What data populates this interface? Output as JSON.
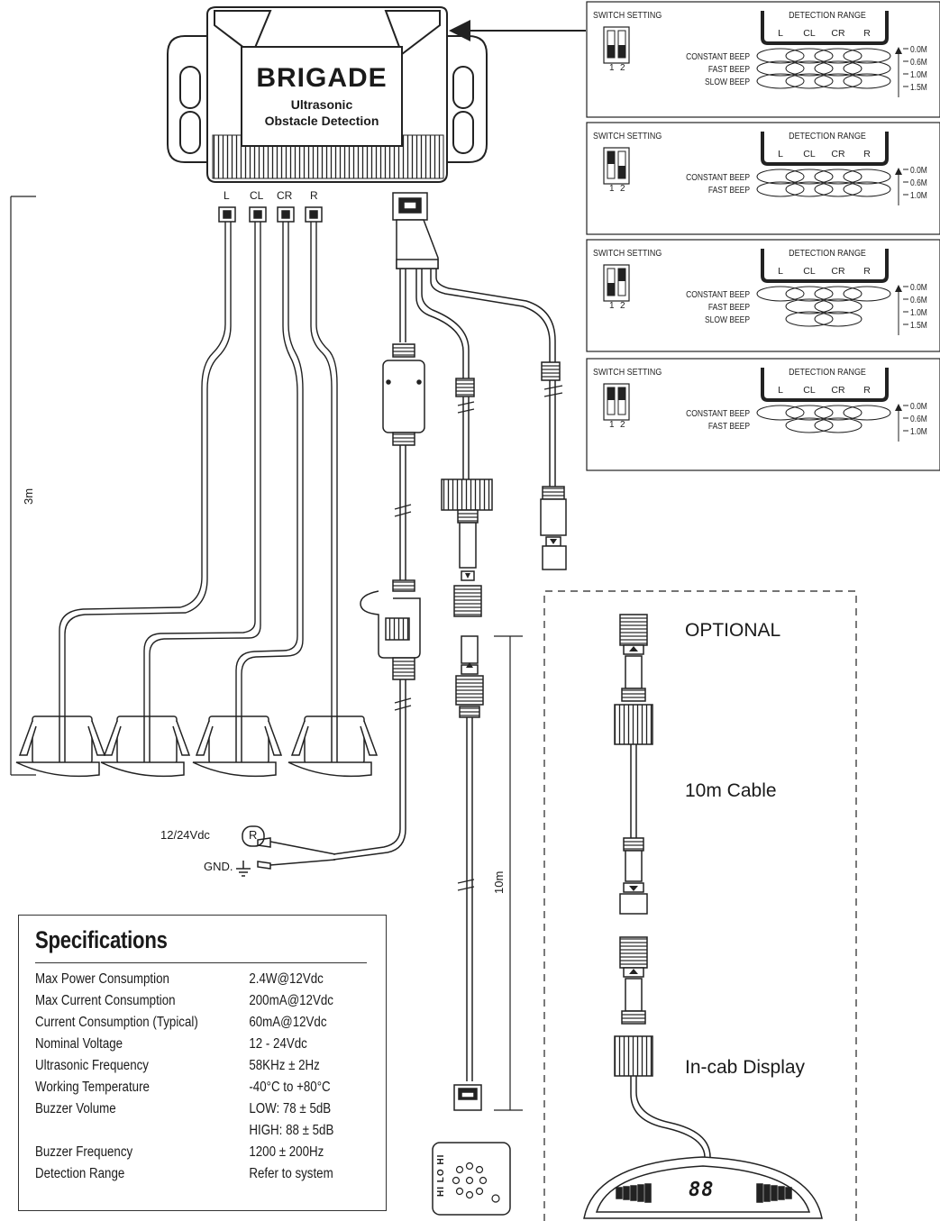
{
  "brand": {
    "name": "BRIGADE",
    "product_line1": "Ultrasonic",
    "product_line2": "Obstacle Detection"
  },
  "sensors": [
    "L",
    "CL",
    "CR",
    "R"
  ],
  "sensor_cable_length": "3m",
  "power": {
    "voltage_label": "12/24Vdc",
    "r_marker": "R",
    "gnd_label": "GND."
  },
  "display_cable_length": "10m",
  "buzzer_labels": [
    "HI",
    "LO",
    "HI"
  ],
  "optional": {
    "title": "OPTIONAL",
    "cable": "10m Cable",
    "display": "In-cab Display",
    "display_readout": "88"
  },
  "switch_panels": [
    {
      "switch_label": "SWITCH SETTING",
      "range_label": "DETECTION RANGE",
      "switch_numbers": [
        "1",
        "2"
      ],
      "beeps": [
        "CONSTANT BEEP",
        "FAST BEEP",
        "SLOW BEEP"
      ],
      "distances": [
        "0.0M",
        "0.6M",
        "1.0M",
        "1.5M"
      ]
    },
    {
      "switch_label": "SWITCH SETTING",
      "range_label": "DETECTION RANGE",
      "switch_numbers": [
        "1",
        "2"
      ],
      "beeps": [
        "CONSTANT BEEP",
        "FAST BEEP"
      ],
      "distances": [
        "0.0M",
        "0.6M",
        "1.0M"
      ]
    },
    {
      "switch_label": "SWITCH SETTING",
      "range_label": "DETECTION RANGE",
      "switch_numbers": [
        "1",
        "2"
      ],
      "beeps": [
        "CONSTANT BEEP",
        "FAST BEEP",
        "SLOW BEEP"
      ],
      "distances": [
        "0.0M",
        "0.6M",
        "1.0M",
        "1.5M"
      ]
    },
    {
      "switch_label": "SWITCH SETTING",
      "range_label": "DETECTION RANGE",
      "switch_numbers": [
        "1",
        "2"
      ],
      "beeps": [
        "CONSTANT BEEP",
        "FAST BEEP"
      ],
      "distances": [
        "0.0M",
        "0.6M",
        "1.0M"
      ]
    }
  ],
  "specifications": {
    "title": "Specifications",
    "rows": [
      {
        "label": "Max Power Consumption",
        "value": "2.4W@12Vdc"
      },
      {
        "label": "Max Current Consumption",
        "value": "200mA@12Vdc"
      },
      {
        "label": "Current Consumption (Typical)",
        "value": "60mA@12Vdc"
      },
      {
        "label": "Nominal Voltage",
        "value": "12 - 24Vdc"
      },
      {
        "label": "Ultrasonic Frequency",
        "value": "58KHz ± 2Hz"
      },
      {
        "label": "Working Temperature",
        "value": "-40°C to +80°C"
      },
      {
        "label": "Buzzer Volume",
        "value": "LOW: 78 ± 5dB"
      },
      {
        "label": "",
        "value": "HIGH: 88 ± 5dB"
      },
      {
        "label": "Buzzer Frequency",
        "value": "1200 ± 200Hz"
      },
      {
        "label": "Detection Range",
        "value": "Refer to system"
      }
    ]
  }
}
